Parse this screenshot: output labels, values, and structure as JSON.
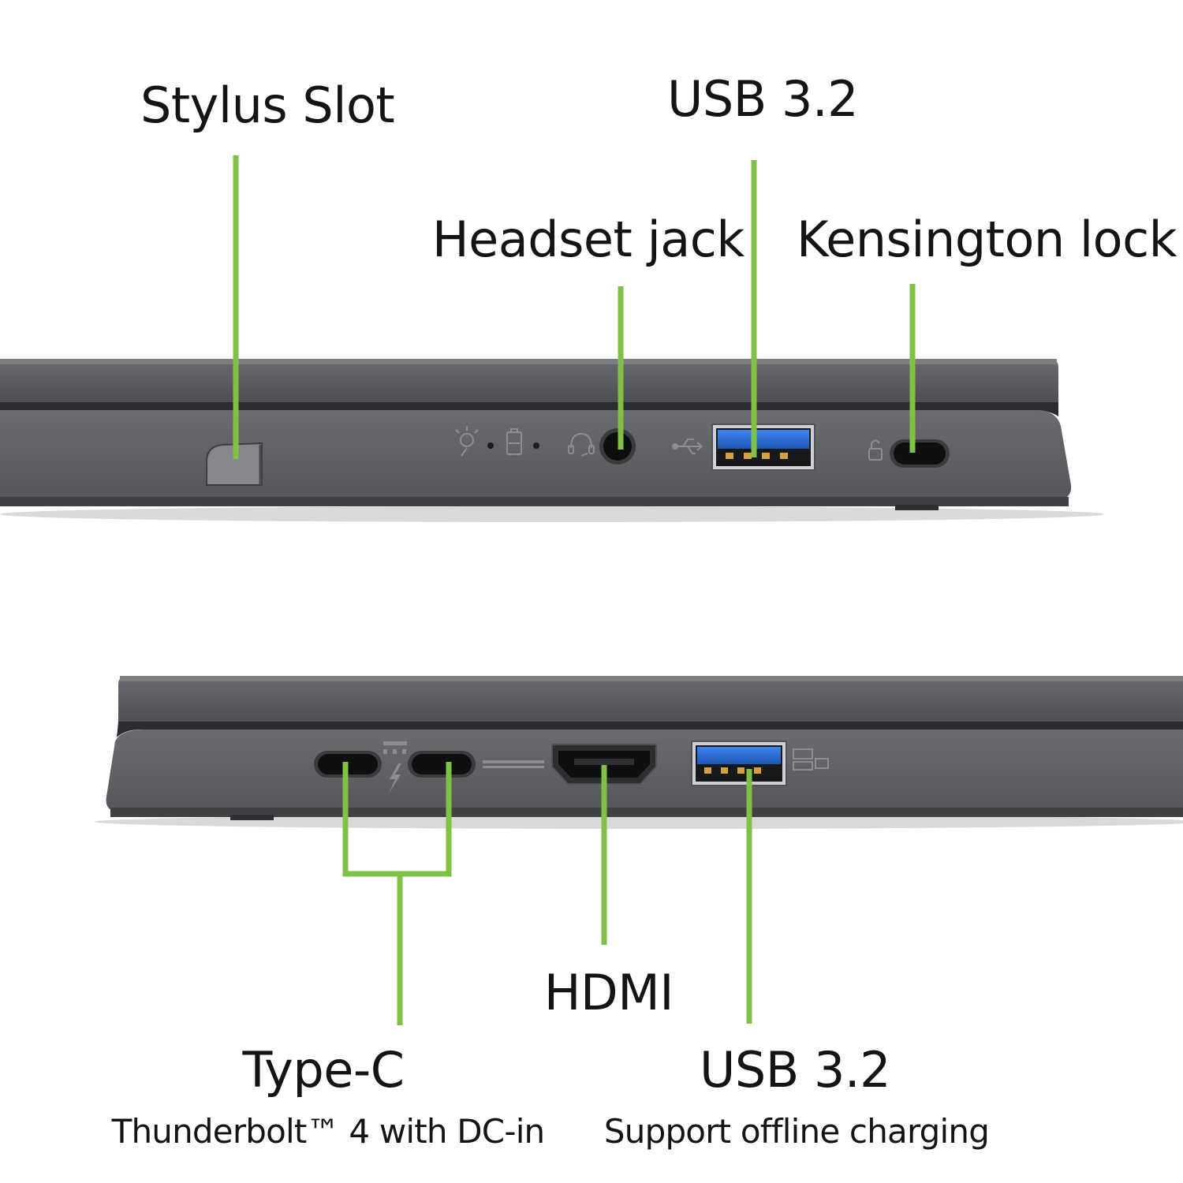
{
  "colors": {
    "callout": "#7dc242",
    "chassis": "#5a5b5f",
    "chassis_dark": "#3b3c40",
    "usb_blue": "#2b6fd6",
    "text": "#141414"
  },
  "top_side": {
    "labels": {
      "stylus_slot": "Stylus Slot",
      "usb": "USB 3.2",
      "headset_jack": "Headset jack",
      "kensington_lock": "Kensington lock"
    },
    "icons": [
      "power-indicator-icon",
      "battery-indicator-icon",
      "headset-icon",
      "usb-symbol-icon",
      "lock-icon"
    ]
  },
  "bottom_side": {
    "labels": {
      "type_c": "Type-C",
      "type_c_sub": "Thunderbolt™ 4 with DC-in",
      "hdmi": "HDMI",
      "usb": "USB 3.2",
      "usb_sub": "Support offline charging"
    },
    "icons": [
      "thunderbolt-icon",
      "hdmi-logo-icon",
      "usb-charging-icon"
    ]
  }
}
